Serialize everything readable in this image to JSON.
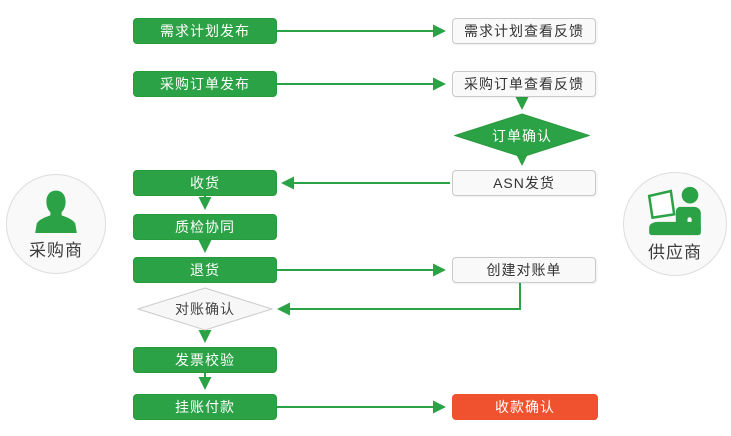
{
  "palette": {
    "green": "#2ba245",
    "green-dark": "#279a3c",
    "red": "#f0512e"
  },
  "actors": {
    "buyer": {
      "label": "采购商",
      "icon": "person-icon"
    },
    "supplier": {
      "label": "供应商",
      "icon": "person-laptop-icon"
    }
  },
  "nodes": {
    "demand_publish": {
      "label": "需求计划发布",
      "shape": "rect",
      "style": "green"
    },
    "demand_feedback": {
      "label": "需求计划查看反馈",
      "shape": "rect",
      "style": "outline"
    },
    "po_publish": {
      "label": "采购订单发布",
      "shape": "rect",
      "style": "green"
    },
    "po_feedback": {
      "label": "采购订单查看反馈",
      "shape": "rect",
      "style": "outline"
    },
    "order_confirm": {
      "label": "订单确认",
      "shape": "diamond",
      "style": "green"
    },
    "asn_ship": {
      "label": "ASN发货",
      "shape": "rect",
      "style": "outline"
    },
    "receive": {
      "label": "收货",
      "shape": "rect",
      "style": "green"
    },
    "quality": {
      "label": "质检协同",
      "shape": "rect",
      "style": "green"
    },
    "return_goods": {
      "label": "退货",
      "shape": "rect",
      "style": "green"
    },
    "create_statement": {
      "label": "创建对账单",
      "shape": "rect",
      "style": "outline"
    },
    "statement_confirm": {
      "label": "对账确认",
      "shape": "diamond",
      "style": "outline"
    },
    "invoice_check": {
      "label": "发票校验",
      "shape": "rect",
      "style": "green"
    },
    "payment": {
      "label": "挂账付款",
      "shape": "rect",
      "style": "green"
    },
    "receipt_confirm": {
      "label": "收款确认",
      "shape": "rect",
      "style": "red"
    }
  },
  "edges": [
    {
      "from": "demand_publish",
      "to": "demand_feedback"
    },
    {
      "from": "po_publish",
      "to": "po_feedback"
    },
    {
      "from": "po_feedback",
      "to": "order_confirm"
    },
    {
      "from": "order_confirm",
      "to": "asn_ship"
    },
    {
      "from": "asn_ship",
      "to": "receive"
    },
    {
      "from": "receive",
      "to": "quality"
    },
    {
      "from": "quality",
      "to": "return_goods"
    },
    {
      "from": "return_goods",
      "to": "create_statement"
    },
    {
      "from": "create_statement",
      "to": "statement_confirm"
    },
    {
      "from": "statement_confirm",
      "to": "invoice_check"
    },
    {
      "from": "invoice_check",
      "to": "payment"
    },
    {
      "from": "payment",
      "to": "receipt_confirm"
    }
  ]
}
